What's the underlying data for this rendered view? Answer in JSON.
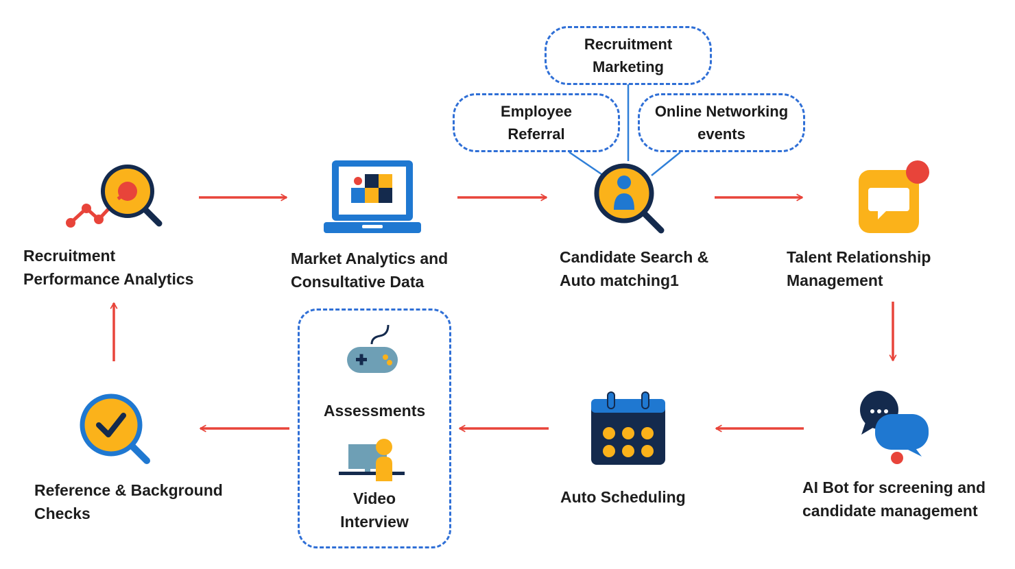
{
  "colors": {
    "arrow": "#e8443a",
    "dashed_border": "#2f6fd6",
    "navy": "#142a4d",
    "yellow": "#fbb21a",
    "blue": "#1f78d1"
  },
  "nodes": {
    "recruitment_analytics": {
      "line1": "Recruitment",
      "line2": "Performance Analytics",
      "icon": "analytics-search-icon"
    },
    "market_analytics": {
      "line1": "Market Analytics and",
      "line2": "Consultative Data",
      "icon": "laptop-dashboard-icon"
    },
    "candidate_search": {
      "line1": "Candidate Search &",
      "line2": "Auto matching1",
      "icon": "candidate-search-icon"
    },
    "talent_relationship": {
      "line1": "Talent Relationship",
      "line2": "Management",
      "icon": "chat-notification-icon"
    },
    "ai_bot": {
      "line1": "AI Bot for screening and",
      "line2": "candidate management",
      "icon": "chat-bubbles-icon"
    },
    "auto_scheduling": {
      "line1": "Auto Scheduling",
      "icon": "calendar-icon"
    },
    "reference_checks": {
      "line1": "Reference & Background",
      "line2": "Checks",
      "icon": "check-search-icon"
    }
  },
  "sources": {
    "recruitment_marketing": {
      "line1": "Recruitment",
      "line2": "Marketing"
    },
    "employee_referral": {
      "line1": "Employee",
      "line2": "Referral"
    },
    "online_networking": {
      "line1": "Online Networking",
      "line2": "events"
    }
  },
  "interview_group": {
    "assessments": {
      "label": "Assessments",
      "icon": "gamepad-icon"
    },
    "video_interview": {
      "line1": "Video",
      "line2": "Interview",
      "icon": "video-interview-icon"
    }
  }
}
